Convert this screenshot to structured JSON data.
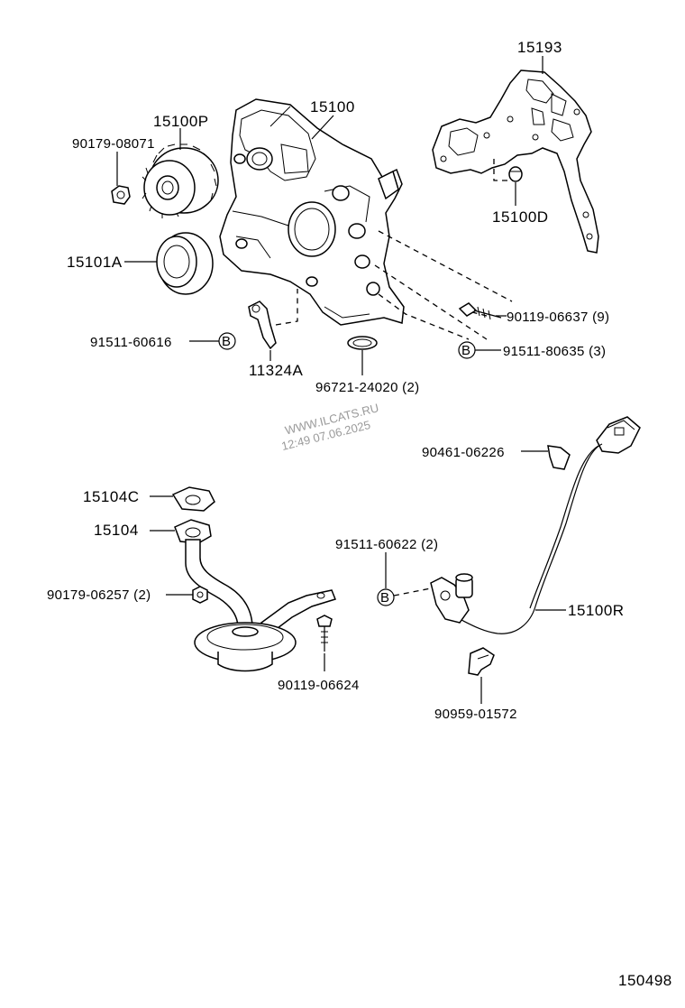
{
  "diagram": {
    "watermark": {
      "line1": "WWW.ILCATS.RU",
      "line2": "12:49 07.06.2025"
    },
    "page_code": "150498",
    "callout_marker": "B",
    "labels": {
      "p15193": "15193",
      "p15100": "15100",
      "p15100P": "15100P",
      "p90179_08071": "90179-08071",
      "p15101A": "15101A",
      "p15100D": "15100D",
      "p90119_06637": "90119-06637 (9)",
      "p91511_60616": "91511-60616",
      "p91511_80635": "91511-80635 (3)",
      "p11324A": "11324A",
      "p96721_24020": "96721-24020 (2)",
      "p90461_06226": "90461-06226",
      "p15104C": "15104C",
      "p15104": "15104",
      "p91511_60622": "91511-60622 (2)",
      "p90179_06257": "90179-06257 (2)",
      "p15100R": "15100R",
      "p90119_06624": "90119-06624",
      "p90959_01572": "90959-01572"
    }
  }
}
